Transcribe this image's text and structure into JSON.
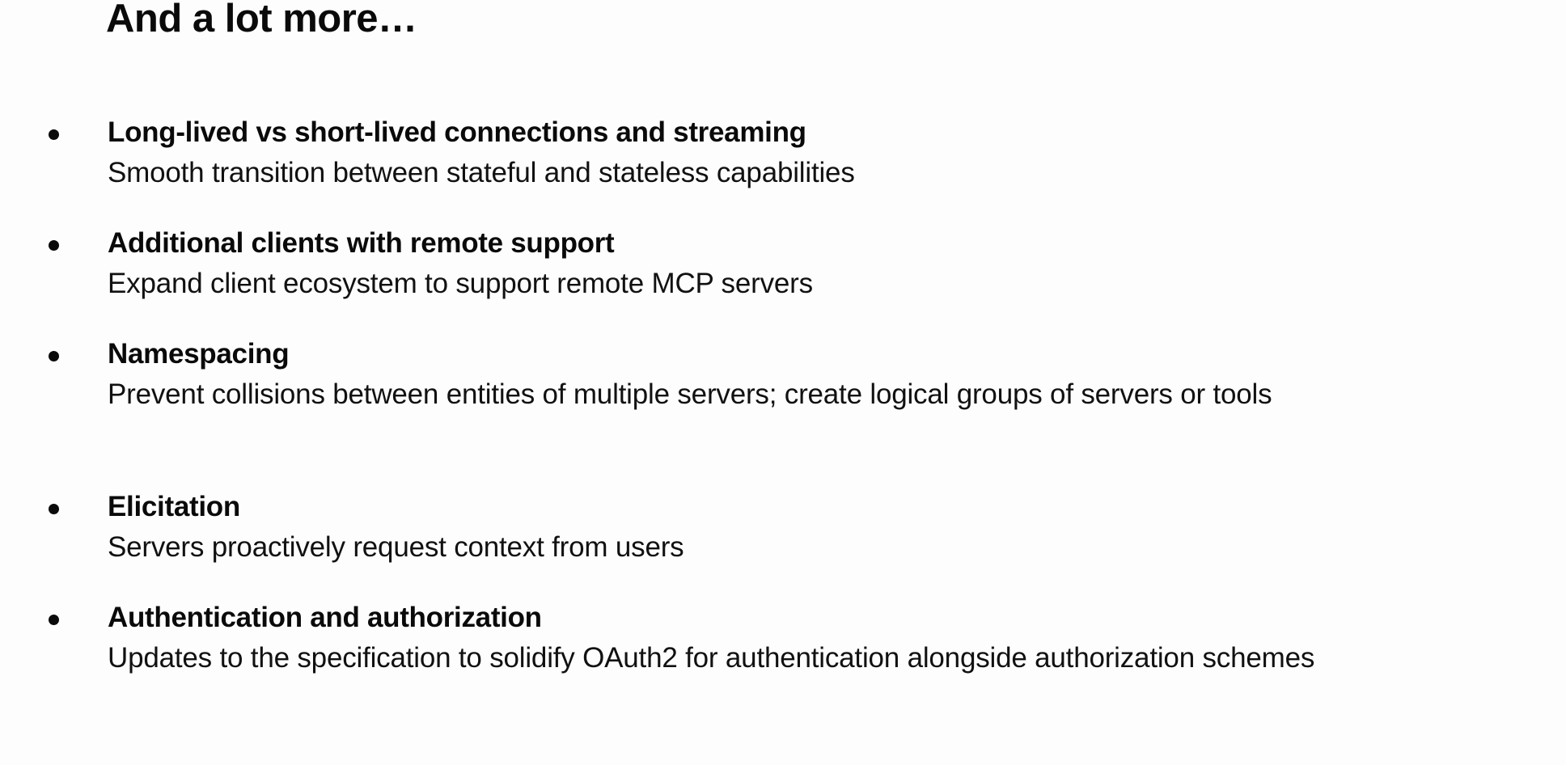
{
  "slide": {
    "title": "And a lot more…",
    "background_color": "#fdfdfd",
    "text_color": "#0a0a0a",
    "items": [
      {
        "heading": "Long-lived vs short-lived connections and streaming",
        "description": "Smooth transition between stateful and stateless capabilities"
      },
      {
        "heading": "Additional clients with remote support",
        "description": "Expand client ecosystem to support remote MCP servers"
      },
      {
        "heading": "Namespacing",
        "description": "Prevent collisions between entities of multiple servers; create logical groups of servers or tools"
      },
      {
        "heading": "Elicitation",
        "description": "Servers proactively request context from users"
      },
      {
        "heading": "Authentication and authorization",
        "description": "Updates to the specification to solidify OAuth2 for authentication alongside authorization schemes"
      }
    ]
  }
}
